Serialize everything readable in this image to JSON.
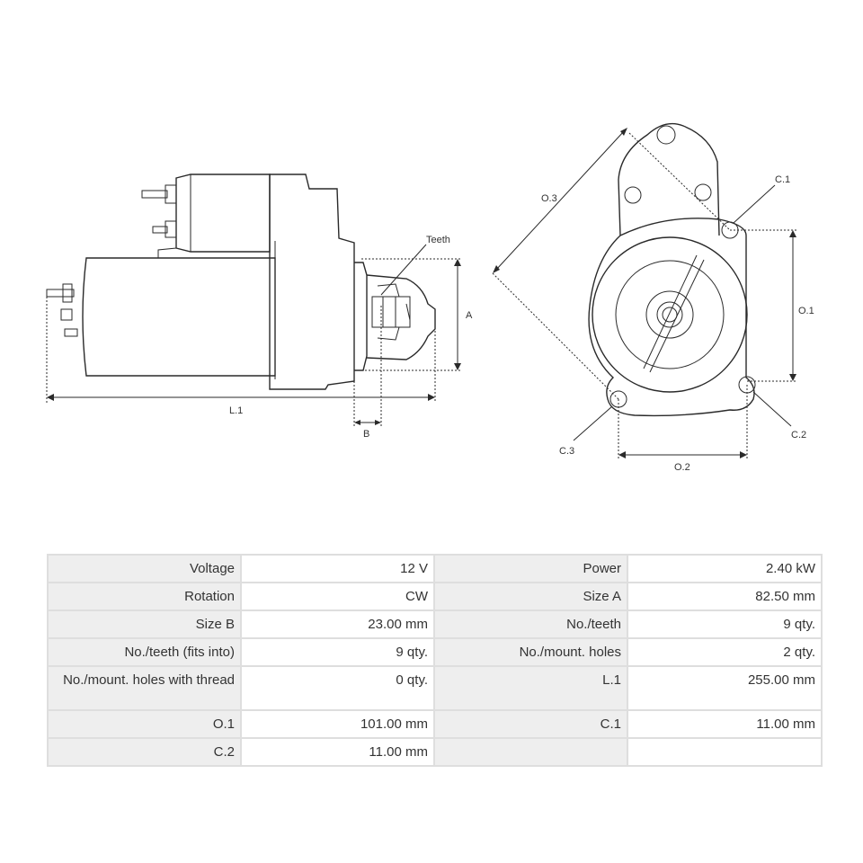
{
  "diagram": {
    "labels": {
      "teeth": "Teeth",
      "a": "A",
      "b": "B",
      "l1": "L.1",
      "o1": "O.1",
      "o2": "O.2",
      "o3": "O.3",
      "c1": "C.1",
      "c2": "C.2",
      "c3": "C.3"
    }
  },
  "specs": {
    "rows": [
      [
        {
          "k": "Voltage",
          "v": "12 V"
        },
        {
          "k": "Power",
          "v": "2.40 kW"
        }
      ],
      [
        {
          "k": "Rotation",
          "v": "CW"
        },
        {
          "k": "Size A",
          "v": "82.50 mm"
        }
      ],
      [
        {
          "k": "Size B",
          "v": "23.00 mm"
        },
        {
          "k": "No./teeth",
          "v": "9 qty."
        }
      ],
      [
        {
          "k": "No./teeth (fits into)",
          "v": "9 qty."
        },
        {
          "k": "No./mount. holes",
          "v": "2 qty."
        }
      ],
      [
        {
          "k": "No./mount. holes with thread",
          "v": "0 qty."
        },
        {
          "k": "L.1",
          "v": "255.00 mm"
        }
      ],
      [
        {
          "k": "O.1",
          "v": "101.00 mm"
        },
        {
          "k": "C.1",
          "v": "11.00 mm"
        }
      ],
      [
        {
          "k": "C.2",
          "v": "11.00 mm"
        },
        {
          "k": "",
          "v": ""
        }
      ]
    ]
  }
}
